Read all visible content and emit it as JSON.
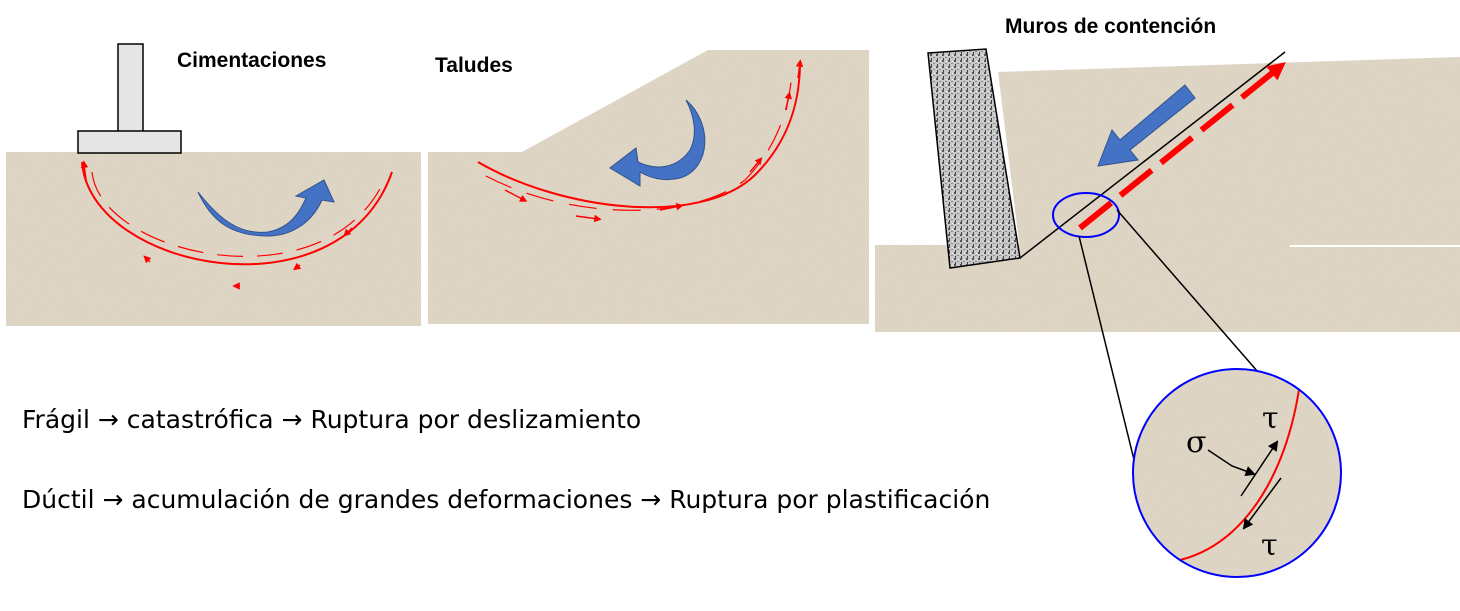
{
  "titles": {
    "foundations": "Cimentaciones",
    "slopes": "Taludes",
    "retaining_walls": "Muros de contención"
  },
  "captions": {
    "brittle": "Frágil → catastrófica → Ruptura por deslizamiento",
    "ductile": "Dúctil → acumulación de grandes deformaciones → Ruptura por plastificación"
  },
  "symbols": {
    "sigma": "σ",
    "tau_top": "τ",
    "tau_bottom": "τ"
  },
  "colors": {
    "soil": "#ded5c4",
    "failure_line": "#ff0000",
    "movement_arrow": "#4472c4",
    "zoom_circle": "#0000ff",
    "concrete": "#e3e3e3"
  }
}
